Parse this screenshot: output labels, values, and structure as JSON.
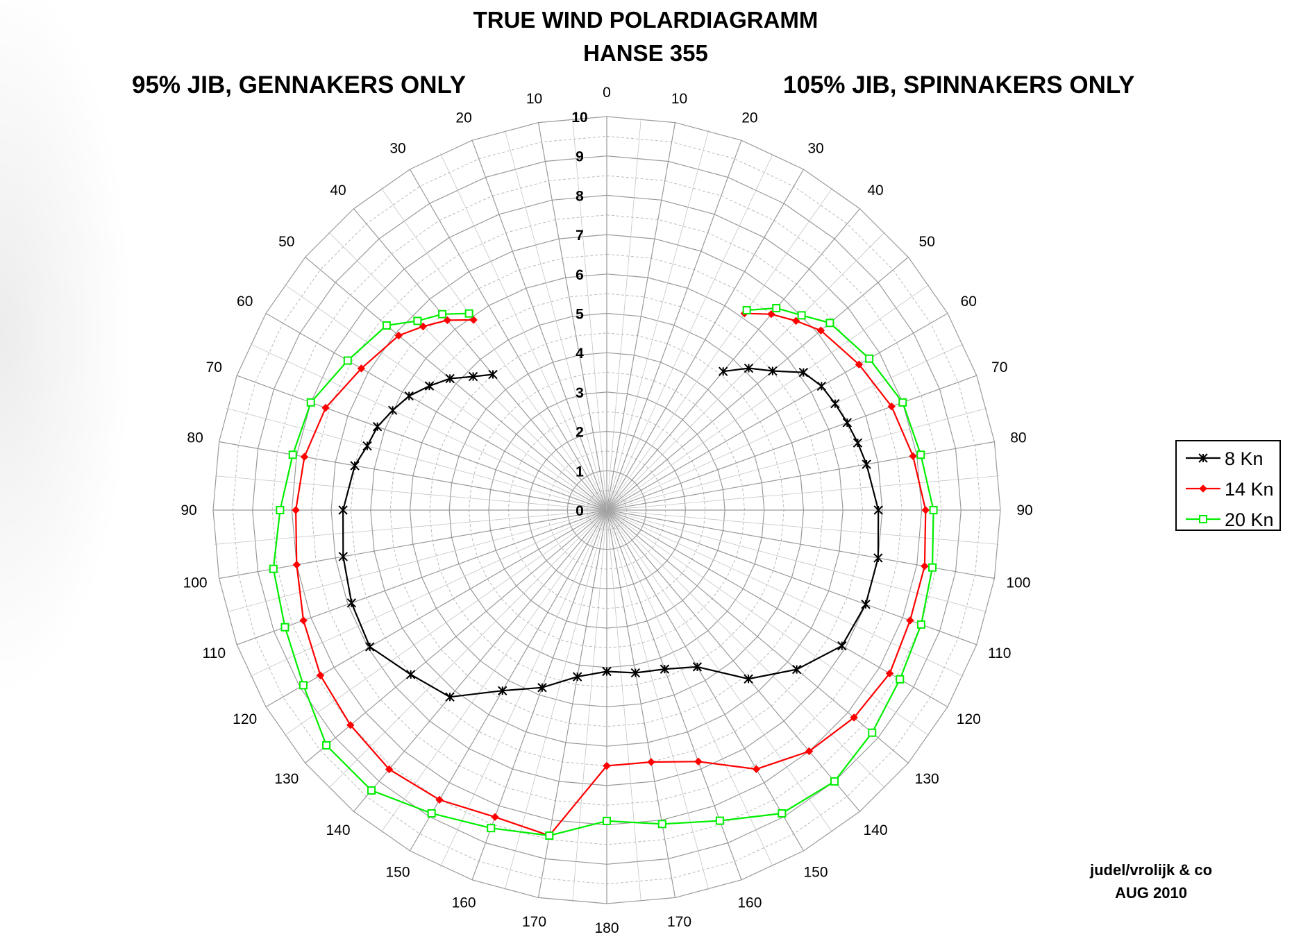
{
  "chart_data": {
    "type": "polar-line",
    "title": "TRUE WIND POLARDIAGRAMM",
    "subtitle": "HANSE 355",
    "left_caption": "95% JIB, GENNAKERS ONLY",
    "right_caption": "105% JIB, SPINNAKERS ONLY",
    "angle_ticks": [
      0,
      10,
      20,
      30,
      40,
      50,
      60,
      70,
      80,
      90,
      100,
      110,
      120,
      130,
      140,
      150,
      160,
      170,
      180
    ],
    "radial_ticks": [
      0,
      1,
      2,
      3,
      4,
      5,
      6,
      7,
      8,
      9,
      10
    ],
    "rlim": [
      0,
      10
    ],
    "angle_unit": "deg true wind angle",
    "grid": true,
    "legend_position": "right",
    "series": [
      {
        "name": "8 Kn",
        "color": "#000000",
        "marker": "star",
        "left": {
          "angles": [
            40,
            45,
            50,
            55,
            60,
            65,
            70,
            75,
            80,
            90,
            100,
            110,
            120,
            130,
            140,
            150,
            160,
            170,
            180
          ],
          "values": [
            4.5,
            4.8,
            5.2,
            5.5,
            5.8,
            6.0,
            6.2,
            6.3,
            6.5,
            6.7,
            6.8,
            6.9,
            6.95,
            6.5,
            6.2,
            5.3,
            4.8,
            4.3,
            4.1
          ]
        },
        "right": {
          "angles": [
            40,
            45,
            50,
            55,
            60,
            65,
            70,
            75,
            80,
            90,
            100,
            110,
            120,
            130,
            140,
            150,
            160,
            170,
            180
          ],
          "values": [
            4.6,
            5.1,
            5.5,
            6.1,
            6.3,
            6.4,
            6.5,
            6.6,
            6.7,
            6.9,
            7.0,
            7.0,
            6.9,
            6.3,
            5.6,
            4.6,
            4.3,
            4.2,
            4.1
          ]
        }
      },
      {
        "name": "14 Kn",
        "color": "#ff0000",
        "marker": "diamond",
        "left": {
          "angles": [
            35,
            40,
            45,
            50,
            60,
            70,
            80,
            90,
            100,
            110,
            120,
            130,
            140,
            150,
            160,
            170,
            180
          ],
          "values": [
            5.9,
            6.3,
            6.6,
            6.9,
            7.2,
            7.6,
            7.8,
            7.9,
            8.0,
            8.2,
            8.4,
            8.5,
            8.6,
            8.5,
            8.3,
            8.4,
            6.5
          ]
        },
        "right": {
          "angles": [
            35,
            40,
            45,
            50,
            60,
            70,
            80,
            90,
            100,
            110,
            120,
            130,
            140,
            150,
            160,
            170,
            180
          ],
          "values": [
            6.1,
            6.5,
            6.8,
            7.1,
            7.4,
            7.7,
            7.9,
            8.1,
            8.2,
            8.2,
            8.3,
            8.2,
            8.0,
            7.6,
            6.8,
            6.5,
            6.5
          ]
        }
      },
      {
        "name": "20 Kn",
        "color": "#00ee00",
        "marker": "square",
        "left": {
          "angles": [
            35,
            40,
            45,
            50,
            60,
            70,
            80,
            90,
            100,
            110,
            120,
            130,
            140,
            150,
            160,
            170,
            180
          ],
          "values": [
            6.1,
            6.5,
            6.8,
            7.3,
            7.6,
            8.0,
            8.1,
            8.3,
            8.6,
            8.7,
            8.9,
            9.3,
            9.3,
            8.9,
            8.6,
            8.4,
            7.9
          ]
        },
        "right": {
          "angles": [
            35,
            40,
            45,
            50,
            60,
            70,
            80,
            90,
            100,
            110,
            120,
            130,
            140,
            150,
            160,
            170,
            180
          ],
          "values": [
            6.2,
            6.7,
            7.0,
            7.4,
            7.7,
            8.0,
            8.1,
            8.3,
            8.4,
            8.5,
            8.6,
            8.8,
            9.0,
            8.9,
            8.4,
            8.1,
            7.9
          ]
        }
      }
    ],
    "credit": [
      "judel/vrolijk & co",
      "AUG 2010"
    ]
  }
}
